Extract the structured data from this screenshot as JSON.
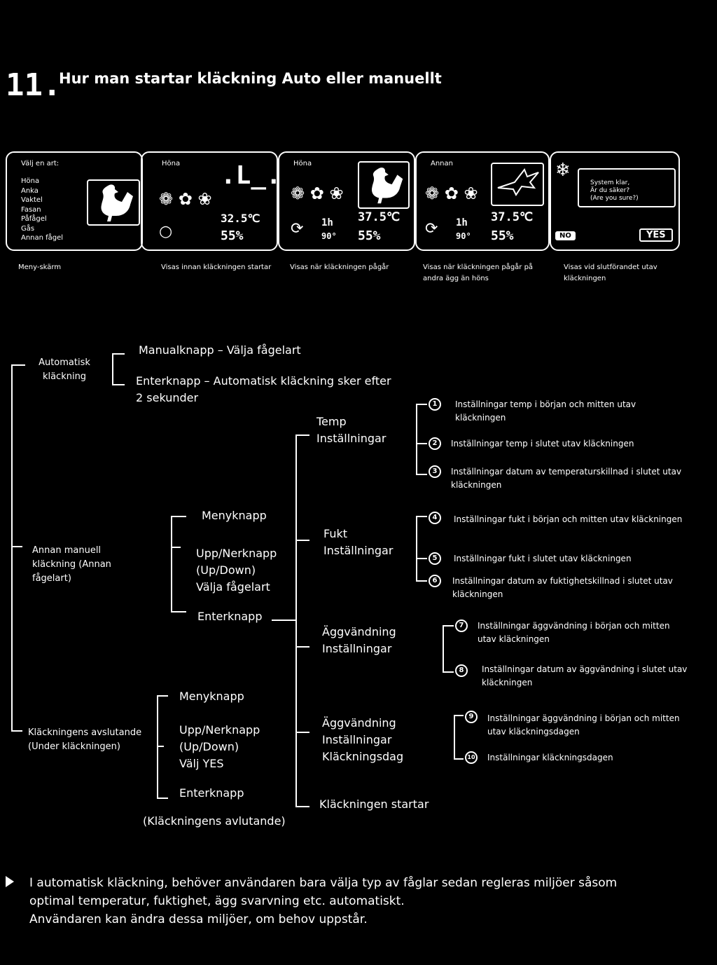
{
  "heading": {
    "number": "11.",
    "title": "Hur man startar kläckning Auto eller manuellt"
  },
  "panels": {
    "menu": {
      "title": "Välj en art:",
      "items": [
        "Höna",
        "Anka",
        "Vaktel",
        "Fasan",
        "Påfågel",
        "Gås",
        "Annan fågel"
      ],
      "caption": "Meny-skärm"
    },
    "before": {
      "title": "Höna",
      "temp": "32.5℃",
      "hum": "55%",
      "caption": "Visas innan kläckningen startar"
    },
    "during": {
      "title": "Höna",
      "temp": "37.5℃",
      "hum": "55%",
      "time": "1h",
      "angle": "90°",
      "caption": "Visas när kläckningen pågår"
    },
    "other": {
      "title": "Annan",
      "temp": "37.5℃",
      "hum": "55%",
      "time": "1h",
      "angle": "90°",
      "caption": "Visas när kläckningen pågår på andra ägg än höns"
    },
    "end": {
      "line1": "System klar,",
      "line2": "Är du säker?",
      "line3": "(Are you sure?)",
      "no": "NO",
      "yes": "YES",
      "caption": "Visas vid slutförandet utav kläckningen"
    }
  },
  "flow": {
    "auto": {
      "label": "Automatisk kläckning",
      "step1": "Manualknapp – Välja fågelart",
      "step2": "Enterknapp – Automatisk kläckning sker efter 2 sekunder"
    },
    "manual": {
      "label": "Annan manuell kläckning (Annan fågelart)",
      "menu": "Menyknapp",
      "updown": "Upp/Nerknapp",
      "updown2": "(Up/Down)",
      "choose": "Välja fågelart",
      "enter": "Enterknapp"
    },
    "end": {
      "label": "Kläckningens avslutande (Under kläckningen)",
      "menu": "Menyknapp",
      "updown": "Upp/Nerknapp",
      "updown2": "(Up/Down)",
      "choose": "Välj YES",
      "enter": "Enterknapp",
      "note": "(Kläckningens avlutande)"
    },
    "groups": {
      "temp1": "Temp",
      "temp2": "Inställningar",
      "hum1": "Fukt",
      "hum2": "Inställningar",
      "turn1": "Äggvändning",
      "turn2": "Inställningar",
      "hd1": "Äggvändning",
      "hd2": "Inställningar",
      "hd3": "Kläckningsdag",
      "start": "Kläckningen startar"
    },
    "settings": [
      {
        "n": "1",
        "text": "Inställningar temp i början och mitten utav kläckningen"
      },
      {
        "n": "2",
        "text": "Inställningar temp i slutet utav kläckningen"
      },
      {
        "n": "3",
        "text": "Inställningar datum av temperaturskillnad i slutet utav kläckningen"
      },
      {
        "n": "4",
        "text": "Inställningar fukt i början och mitten utav kläckningen"
      },
      {
        "n": "5",
        "text": "Inställningar fukt i slutet utav kläckningen"
      },
      {
        "n": "6",
        "text": "Inställningar datum av fuktighetskillnad i slutet utav kläckningen"
      },
      {
        "n": "7",
        "text": "Inställningar äggvändning i början och mitten utav kläckningen"
      },
      {
        "n": "8",
        "text": "Inställningar datum av äggvändning i slutet utav kläckningen"
      },
      {
        "n": "9",
        "text": "Inställningar äggvändning i början och mitten utav kläckningsdagen"
      },
      {
        "n": "10",
        "text": "Inställningar kläckningsdagen"
      }
    ]
  },
  "footer": {
    "line1": "I automatisk kläckning, behöver användaren bara välja typ av fåglar sedan regleras miljöer såsom",
    "line2": "optimal temperatur, fuktighet, ägg svarvning etc. automatiskt.",
    "line3": "Användaren kan ändra dessa miljöer, om behov uppstår."
  }
}
